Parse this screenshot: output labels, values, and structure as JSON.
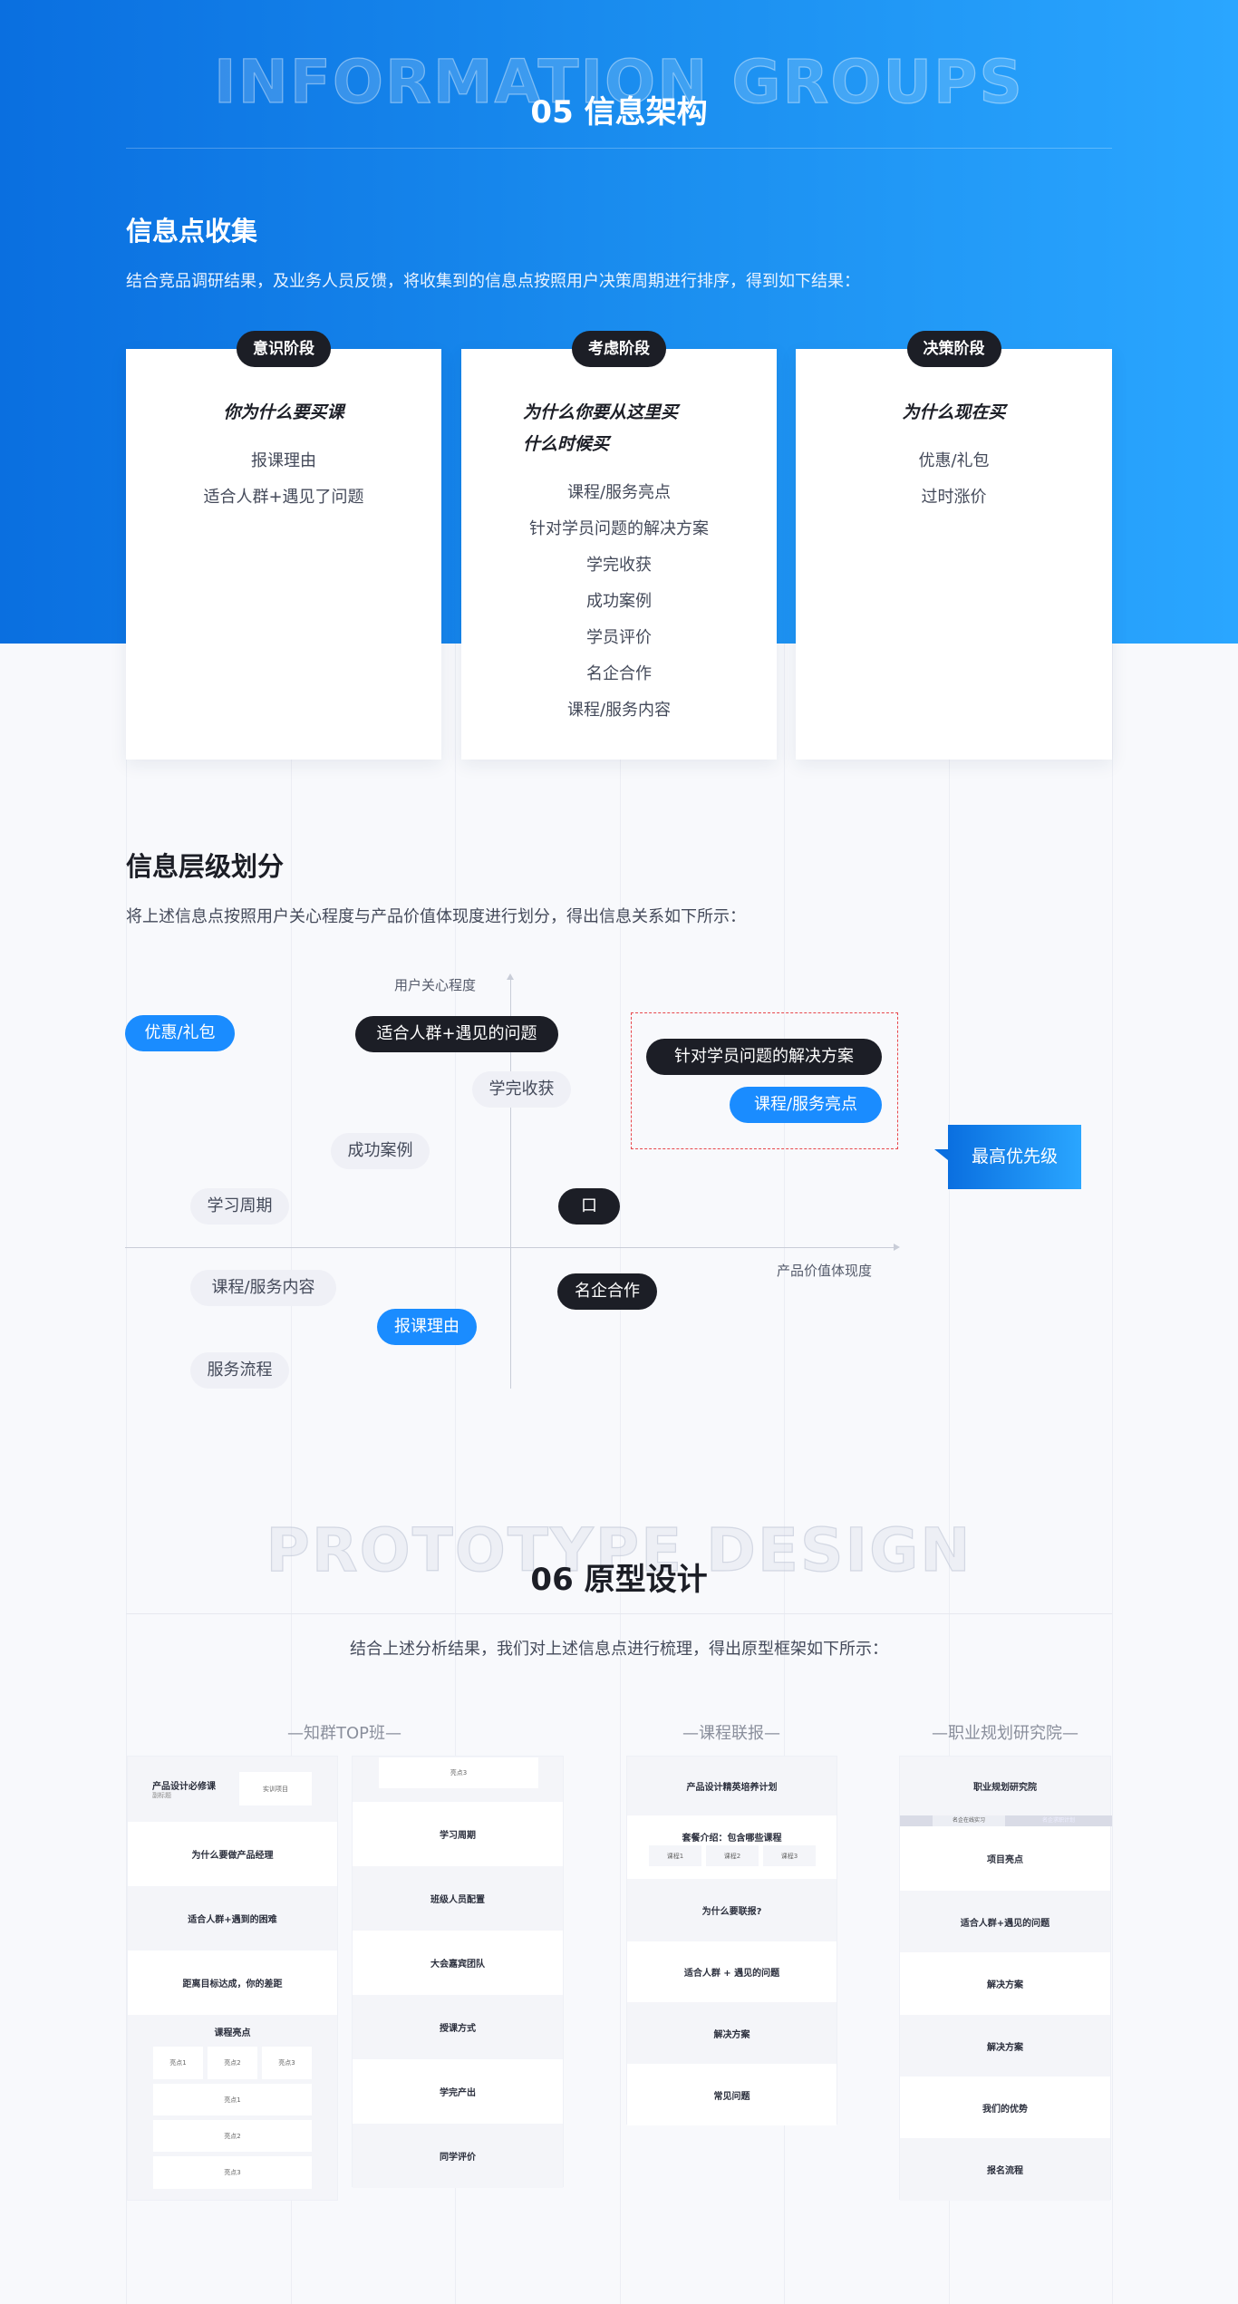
{
  "section05": {
    "watermark": "INFORMATION GROUPS",
    "title": "05  信息架构"
  },
  "collect": {
    "title": "信息点收集",
    "desc": "结合竞品调研结果，及业务人员反馈，将收集到的信息点按照用户决策周期进行排序，得到如下结果：",
    "cards": [
      {
        "tag": "意识阶段",
        "title": [
          "你为什么要买课"
        ],
        "items": [
          "报课理由",
          "适合人群+遇见了问题"
        ]
      },
      {
        "tag": "考虑阶段",
        "title": [
          "为什么你要从这里买",
          "什么时候买"
        ],
        "items": [
          "课程/服务亮点",
          "针对学员问题的解决方案",
          "学完收获",
          "成功案例",
          "学员评价",
          "名企合作",
          "课程/服务内容"
        ]
      },
      {
        "tag": "决策阶段",
        "title": [
          "为什么现在买"
        ],
        "items": [
          "优惠/礼包",
          "过时涨价"
        ]
      }
    ]
  },
  "hierarchy": {
    "title": "信息层级划分",
    "desc": "将上述信息点按照用户关心程度与产品价值体现度进行划分，得出信息关系如下所示：",
    "y_axis": "用户关心程度",
    "x_axis": "产品价值体现度",
    "priority_label": "最高优先级",
    "pills": [
      "优惠/礼包",
      "适合人群+遇见的问题",
      "学完收获",
      "成功案例",
      "学习周期",
      "口",
      "课程/服务内容",
      "名企合作",
      "报课理由",
      "服务流程",
      "针对学员问题的解决方案",
      "课程/服务亮点"
    ],
    "colors": {
      "blue": "#1a8cff",
      "dark": "#1c1e26",
      "light": "#eff0f6",
      "highlight_box": "#e8474c"
    }
  },
  "section06": {
    "watermark": "PROTOTYPE DESIGN",
    "title": "06  原型设计",
    "desc": "结合上述分析结果，我们对上述信息点进行梳理，得出原型框架如下所示："
  },
  "wireframes": {
    "top": {
      "title": "—知群TOP班—",
      "header_title": "产品设计必修课",
      "header_sub": "副标题",
      "header_box": "实训项目",
      "rows": [
        "为什么要做产品经理",
        "适合人群+遇到的困难",
        "距离目标达成，你的差距"
      ],
      "highlights_title": "课程亮点",
      "highlights": [
        "亮点1",
        "亮点2",
        "亮点3"
      ],
      "col2_top": "亮点3",
      "col2_rows": [
        "学习周期",
        "班级人员配置",
        "大会嘉宾团队",
        "授课方式",
        "学完产出",
        "同学评价"
      ]
    },
    "bundle": {
      "title": "—课程联报—",
      "rows": [
        "产品设计精英培养计划",
        "套餐介绍：包含哪些课程",
        "为什么要联报?",
        "适合人群 + 遇见的问题",
        "解决方案",
        "常见问题"
      ],
      "courses": [
        "课程1",
        "课程2",
        "课程3"
      ]
    },
    "career": {
      "title": "—职业规划研究院—",
      "header": "职业规划研究院",
      "tabs": [
        "名企在线实习",
        "名企求职计划"
      ],
      "rows": [
        "项目亮点",
        "适合人群+遇见的问题",
        "解决方案",
        "解决方案",
        "我们的优势",
        "报名流程"
      ]
    }
  }
}
